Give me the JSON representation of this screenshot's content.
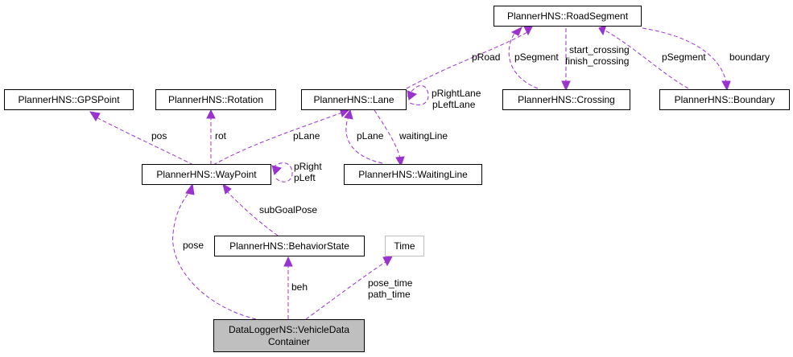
{
  "nodes": {
    "road_segment": "PlannerHNS::RoadSegment",
    "gps_point": "PlannerHNS::GPSPoint",
    "rotation": "PlannerHNS::Rotation",
    "lane": "PlannerHNS::Lane",
    "crossing": "PlannerHNS::Crossing",
    "boundary": "PlannerHNS::Boundary",
    "way_point": "PlannerHNS::WayPoint",
    "waiting_line": "PlannerHNS::WaitingLine",
    "behavior_state": "PlannerHNS::BehaviorState",
    "time": "Time",
    "vehicle_data_line1": "DataLoggerNS::VehicleData",
    "vehicle_data_line2": "Container"
  },
  "edges": {
    "proad": "pRoad",
    "psegment_crossing": "pSegment",
    "start_crossing": "start_crossing",
    "finish_crossing": "finish_crossing",
    "psegment_boundary": "pSegment",
    "boundary": "boundary",
    "pright_lane": "pRightLane",
    "pleft_lane": "pLeftLane",
    "plane_waypoint": "pLane",
    "plane_waiting": "pLane",
    "waiting_line": "waitingLine",
    "pos": "pos",
    "rot": "rot",
    "pright": "pRight",
    "pleft": "pLeft",
    "sub_goal_pose": "subGoalPose",
    "pose": "pose",
    "beh": "beh",
    "pose_time": "pose_time",
    "path_time": "path_time"
  },
  "colors": {
    "edge": "#9a32cd",
    "node_border": "#000000",
    "highlight_fill": "#bfbfbf",
    "external_border": "#bfbfbf"
  }
}
